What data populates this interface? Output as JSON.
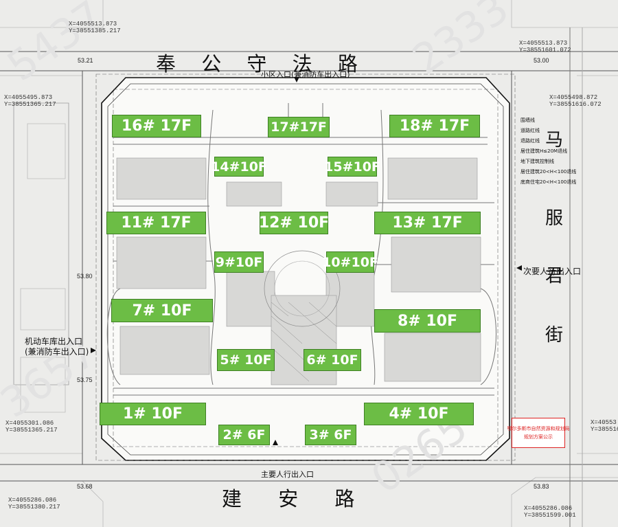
{
  "roads": {
    "north": "奉 公 守 法 路",
    "south": "建 安 路",
    "east": [
      "马",
      "服",
      "君",
      "街"
    ]
  },
  "entrances": {
    "north": "小区入口(兼消防车出入口)",
    "east": "次要人行出入口",
    "west_line1": "机动车库出入口",
    "west_line2": "(兼消防车出入口)",
    "south": "主要人行出入口"
  },
  "buildings": [
    {
      "label": "16# 17F"
    },
    {
      "label": "17#17F"
    },
    {
      "label": "18# 17F"
    },
    {
      "label": "14#10F"
    },
    {
      "label": "15#10F"
    },
    {
      "label": "11# 17F"
    },
    {
      "label": "12# 10F"
    },
    {
      "label": "13# 17F"
    },
    {
      "label": "9#10F"
    },
    {
      "label": "10#10F"
    },
    {
      "label": "7# 10F"
    },
    {
      "label": "8# 10F"
    },
    {
      "label": "5# 10F"
    },
    {
      "label": "6# 10F"
    },
    {
      "label": "1# 10F"
    },
    {
      "label": "4# 10F"
    },
    {
      "label": "2# 6F"
    },
    {
      "label": "3# 6F"
    }
  ],
  "coordinates": {
    "nw_top": [
      "X=4055513.873",
      "Y=38551385.217"
    ],
    "ne_top": [
      "X=4055513.873",
      "Y=38551601.072"
    ],
    "nw": [
      "X=4055495.873",
      "Y=38551365.217"
    ],
    "ne": [
      "X=4055498.872",
      "Y=38551616.072"
    ],
    "sw": [
      "X=4055301.086",
      "Y=38551365.217"
    ],
    "sw_bottom": [
      "X=4055286.086",
      "Y=38551380.217"
    ],
    "se_bottom": [
      "X=4055286.086",
      "Y=38551599.001"
    ],
    "se_edge": [
      "X=40553",
      "Y=385516"
    ]
  },
  "elevations": [
    "53.21",
    "53.00",
    "53.80",
    "53.75",
    "53.68",
    "53.83"
  ],
  "legend": [
    "围墙线",
    "道路红线",
    "退路红线",
    "居住建筑H≤20M退线",
    "地下建筑控制线",
    "居住建筑20<H<100退线",
    "底商住宅20<H<100退线"
  ],
  "stamp": [
    "鄂尔多斯市自然资源和规划局",
    "规划方案公示"
  ],
  "colors": {
    "building": "#6cbd45",
    "stamp": "#dd2222"
  }
}
